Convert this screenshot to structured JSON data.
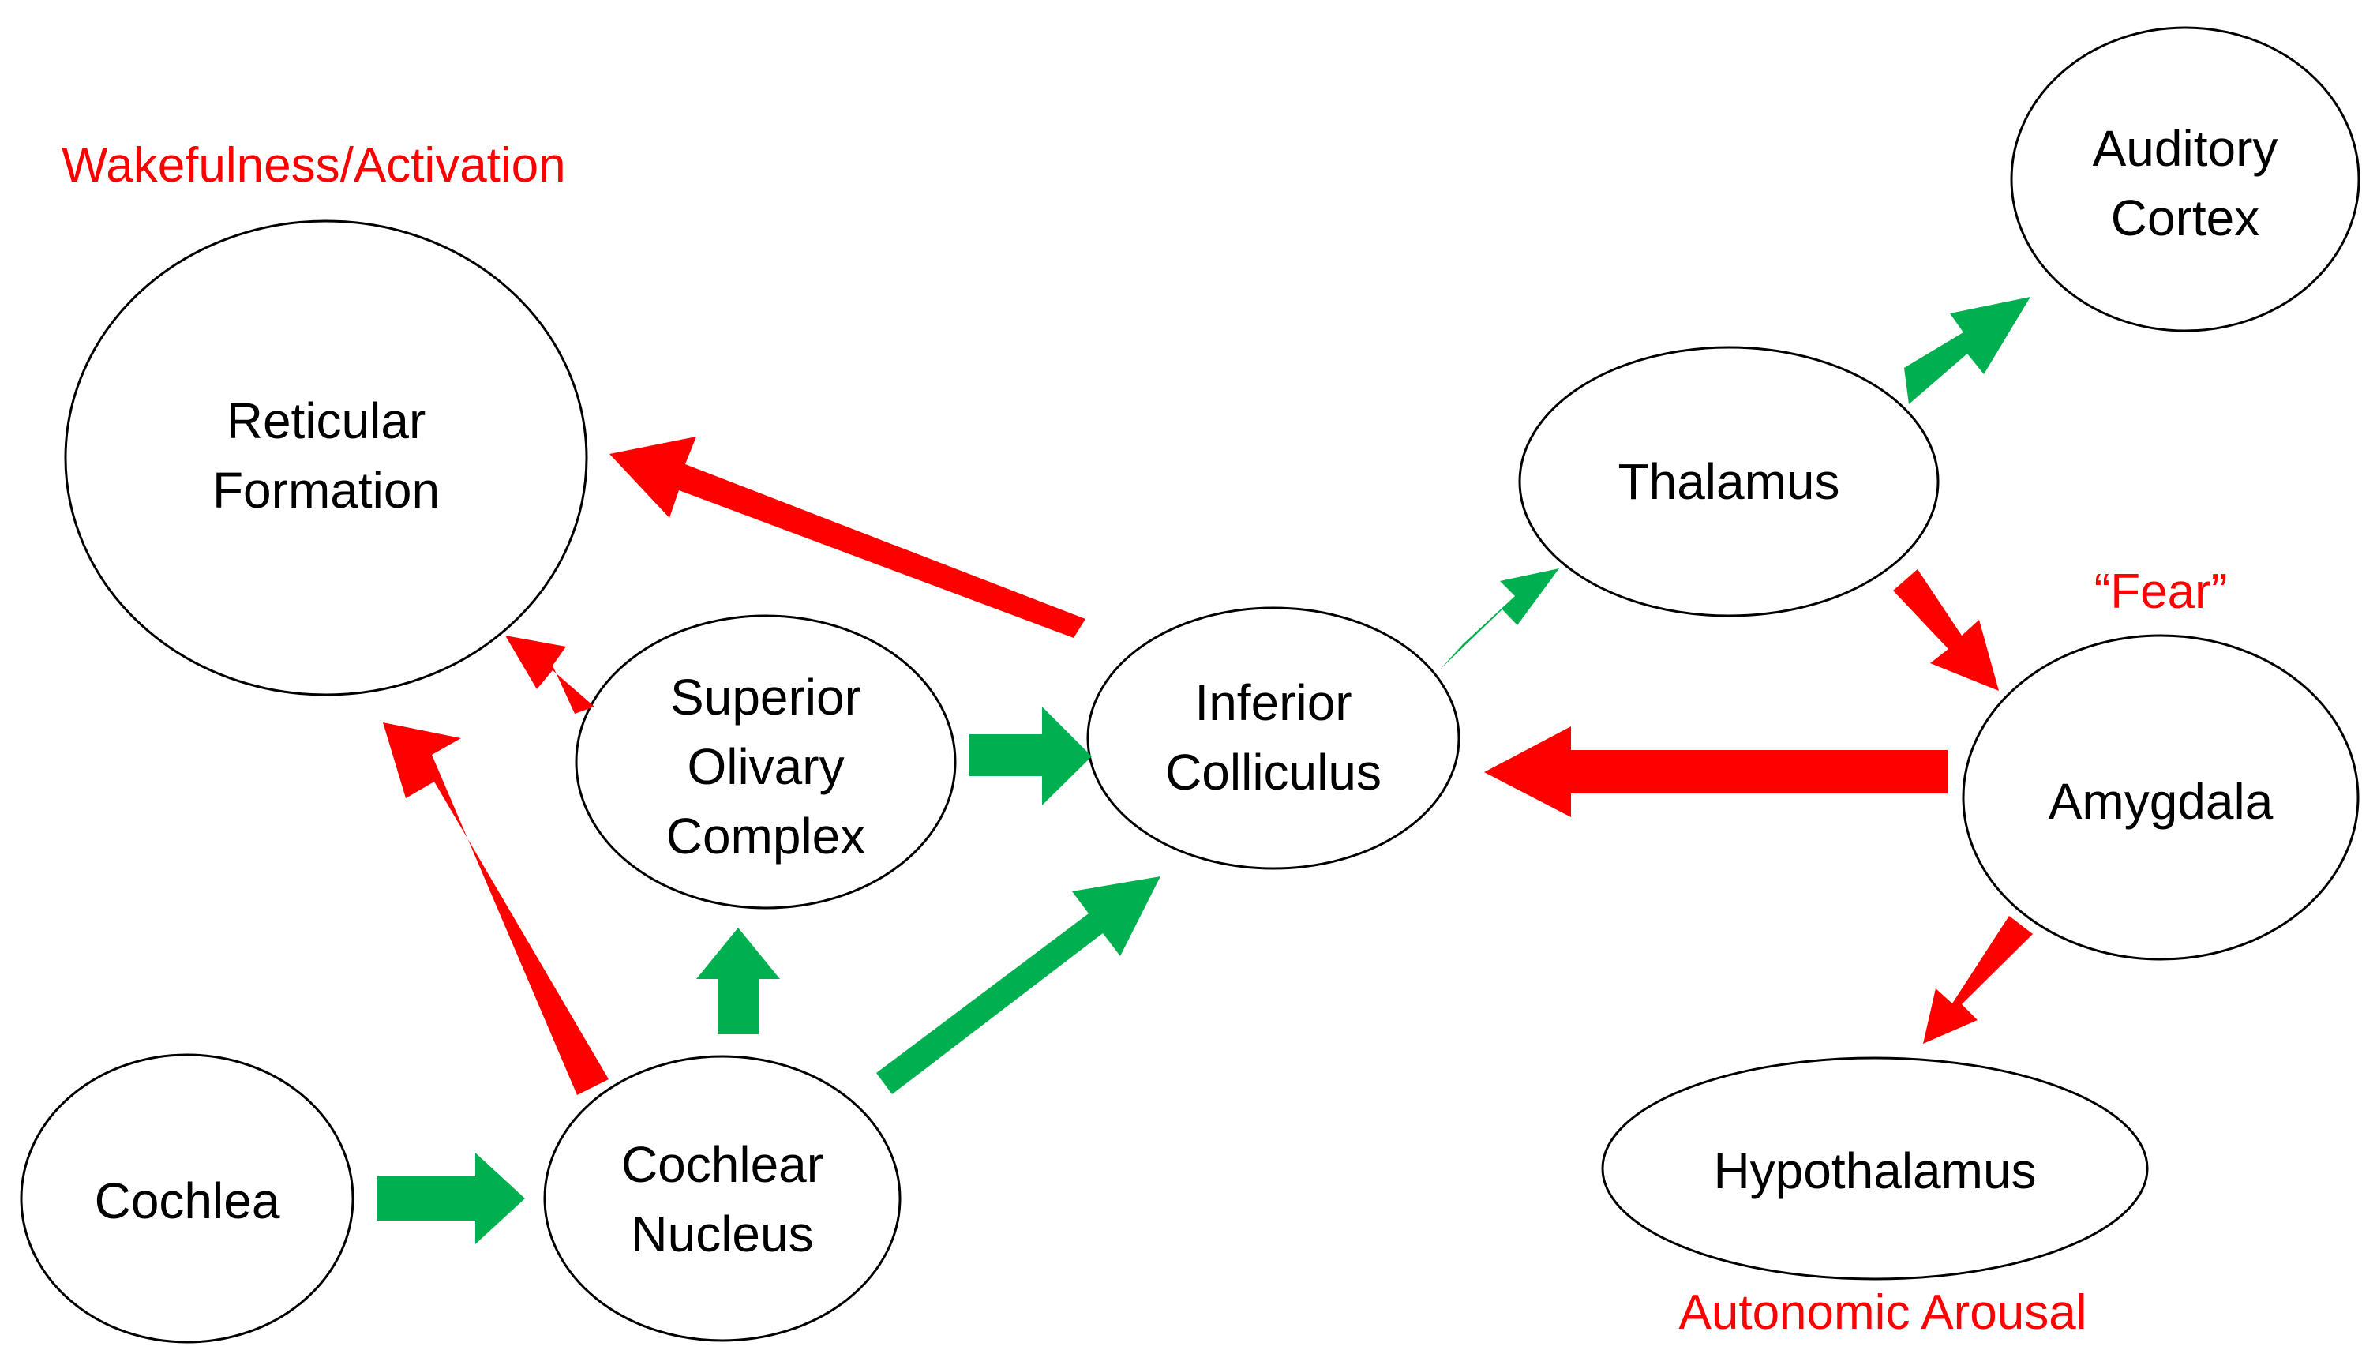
{
  "colors": {
    "excitatory": "#00B050",
    "fear": "#FF0000",
    "stroke": "#000000"
  },
  "nodes": {
    "cochlea": {
      "lines": [
        "Cochlea"
      ]
    },
    "cochlear_nucleus": {
      "lines": [
        "Cochlear",
        "Nucleus"
      ]
    },
    "superior_olivary_complex": {
      "lines": [
        "Superior",
        "Olivary",
        "Complex"
      ]
    },
    "reticular_formation": {
      "lines": [
        "Reticular",
        "Formation"
      ]
    },
    "inferior_colliculus": {
      "lines": [
        "Inferior",
        "Colliculus"
      ]
    },
    "thalamus": {
      "lines": [
        "Thalamus"
      ]
    },
    "auditory_cortex": {
      "lines": [
        "Auditory",
        "Cortex"
      ]
    },
    "amygdala": {
      "lines": [
        "Amygdala"
      ]
    },
    "hypothalamus": {
      "lines": [
        "Hypothalamus"
      ]
    }
  },
  "labels": {
    "wakefulness": "Wakefulness/Activation",
    "fear": "“Fear”",
    "autonomic_arousal": "Autonomic Arousal"
  },
  "connections": [
    {
      "from": "Cochlea",
      "to": "Cochlear Nucleus",
      "color": "green"
    },
    {
      "from": "Cochlear Nucleus",
      "to": "Superior Olivary Complex",
      "color": "green"
    },
    {
      "from": "Cochlear Nucleus",
      "to": "Inferior Colliculus",
      "color": "green"
    },
    {
      "from": "Cochlear Nucleus",
      "to": "Reticular Formation",
      "color": "red"
    },
    {
      "from": "Superior Olivary Complex",
      "to": "Inferior Colliculus",
      "color": "green"
    },
    {
      "from": "Superior Olivary Complex",
      "to": "Reticular Formation",
      "color": "red"
    },
    {
      "from": "Inferior Colliculus",
      "to": "Reticular Formation",
      "color": "red"
    },
    {
      "from": "Inferior Colliculus",
      "to": "Thalamus",
      "color": "green"
    },
    {
      "from": "Thalamus",
      "to": "Auditory Cortex",
      "color": "green"
    },
    {
      "from": "Thalamus",
      "to": "Amygdala",
      "color": "red"
    },
    {
      "from": "Amygdala",
      "to": "Inferior Colliculus",
      "color": "red"
    },
    {
      "from": "Amygdala",
      "to": "Hypothalamus",
      "color": "red"
    }
  ]
}
